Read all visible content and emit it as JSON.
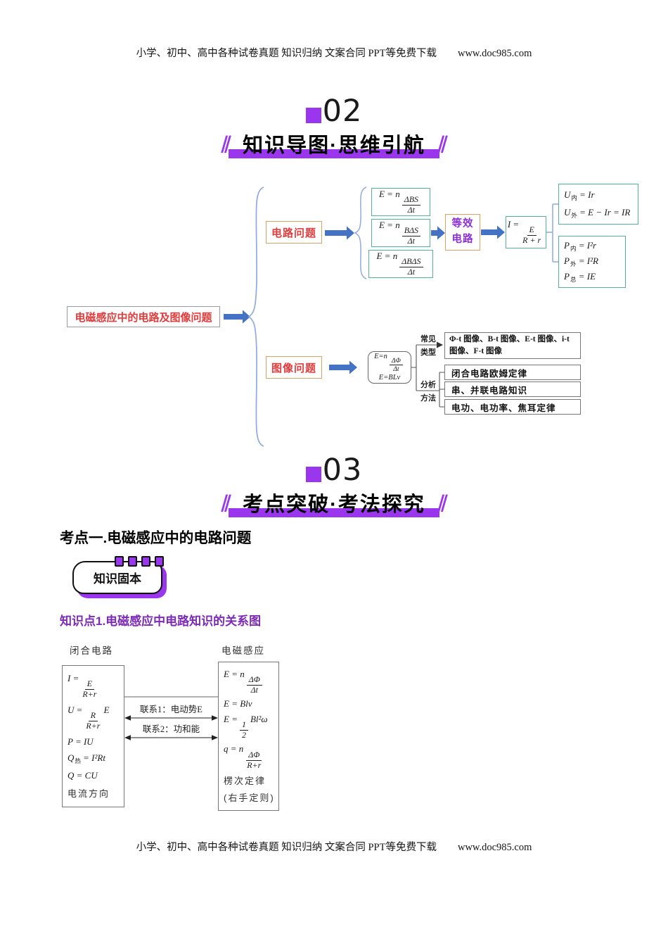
{
  "header": {
    "text": "小学、初中、高中各种试卷真题 知识归纳 文案合同 PPT等免费下载",
    "url": "www.doc985.com"
  },
  "footer": {
    "text": "小学、初中、高中各种试卷真题 知识归纳 文案合同 PPT等免费下载",
    "url": "www.doc985.com"
  },
  "decor": {
    "slash": "∥"
  },
  "section_02": {
    "number": "02",
    "title": "知识导图·思维引航"
  },
  "section_03": {
    "number": "03",
    "title": "考点突破·考法探究"
  },
  "colors": {
    "purple": "#9a36ee",
    "red": "#e23c3c",
    "orange": "#e0a060",
    "green": "#4fb596",
    "blue": "#4472c4",
    "light_blue": "#8faadc"
  },
  "mindmap": {
    "root": "电磁感应中的电路及图像问题",
    "circuit": {
      "label": "电路问题",
      "formulas": [
        {
          "pre": "E = n",
          "num": "ΔBS",
          "den": "Δt"
        },
        {
          "pre": "E = n",
          "num": "BΔS",
          "den": "Δt"
        },
        {
          "pre": "E = n",
          "num": "ΔBΔS",
          "den": "Δt"
        }
      ],
      "equivalent": {
        "line1": "等效",
        "line2": "电路"
      },
      "ohm": {
        "pre": "I =",
        "num": "E",
        "den": "R + r"
      },
      "voltage": [
        {
          "base": "U",
          "sub": "内",
          "rest": "= Ir"
        },
        {
          "base": "U",
          "sub": "外",
          "rest": "= E − Ir = IR"
        }
      ],
      "power": [
        {
          "base": "P",
          "sub": "内",
          "rest": "= I²r"
        },
        {
          "base": "P",
          "sub": "外",
          "rest": "= I²R"
        },
        {
          "base": "P",
          "sub": "总",
          "rest": "= IE"
        }
      ]
    },
    "graph": {
      "label": "图像问题",
      "emf": {
        "pre": "E=n",
        "num": "ΔΦ",
        "den": "Δt",
        "line2": "E=BLv"
      },
      "types_label": {
        "line1": "常见",
        "line2": "类型"
      },
      "types": "Φ-t 图像、B-t 图像、E-t 图像、i-t 图像、F-t 图像",
      "methods_label": {
        "line1": "分析",
        "line2": "方法"
      },
      "methods": [
        "闭合电路欧姆定律",
        "串、并联电路知识",
        "电功、电功率、焦耳定律"
      ]
    }
  },
  "kaodian": {
    "heading": "考点一.电磁感应中的电路问题",
    "badge": "知识固本",
    "point_title": "知识点1.电磁感应中电路知识的关系图"
  },
  "relation": {
    "left_title": "闭合电路",
    "left": {
      "f1": {
        "pre": "I =",
        "num": "E",
        "den": "R+r"
      },
      "f2": {
        "pre": "U =",
        "num": "R",
        "den": "R+r",
        "post": "E"
      },
      "f3": {
        "text": "P = IU"
      },
      "f4": {
        "base": "Q",
        "sub": "热",
        "rest": "= I²Rt"
      },
      "f5": {
        "text": "Q = CU"
      },
      "f6": {
        "plain": "电流方向"
      }
    },
    "links": [
      {
        "label": "联系1：电动势E"
      },
      {
        "label": "联系2：功和能"
      }
    ],
    "right_title": "电磁感应",
    "right": {
      "f1": {
        "pre": "E = n",
        "num": "ΔΦ",
        "den": "Δt"
      },
      "f2": {
        "text": "E = Blv"
      },
      "f3": {
        "pre": "E =",
        "num": "1",
        "den": "2",
        "post": "Bl²ω"
      },
      "f4": {
        "pre": "q = n",
        "num": "ΔΦ",
        "den": "R+r"
      },
      "f5": {
        "plain": "楞次定律"
      },
      "f6": {
        "plain": "(右手定则)"
      }
    }
  }
}
